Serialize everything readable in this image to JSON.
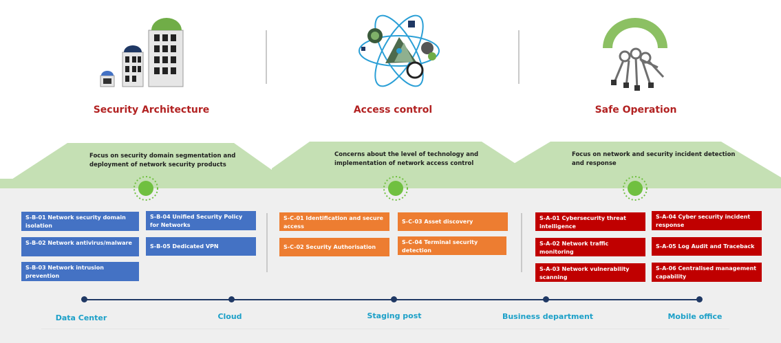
{
  "sections": [
    {
      "title": "Security Architecture",
      "icon": "buildings-icon",
      "desc": [
        "Focus on security domain segmentation and",
        "deployment of network security products"
      ]
    },
    {
      "title": "Access control",
      "icon": "atom-network-icon",
      "desc": [
        "Concerns about the level of technology and",
        "implementation of network access control"
      ]
    },
    {
      "title": "Safe Operation",
      "icon": "keys-gauge-icon",
      "desc": [
        "Focus on network and security incident detection",
        "and response"
      ]
    }
  ],
  "blue_boxes": [
    "S-B-01 Network security domain isolation",
    "S-B-02 Network antivirus/malware",
    "S-B-03 Network intrusion prevention",
    "S-B-04 Unified Security Policy for Networks",
    "S-B-05 Dedicated VPN"
  ],
  "orange_boxes": [
    "S-C-01 Identification and secure access",
    "S-C-02 Security Authorisation",
    "S-C-03 Asset discovery",
    "S-C-04 Terminal security detection"
  ],
  "red_boxes": [
    "S-A-01 Cybersecurity threat intelligence",
    "S-A-02 Network traffic monitoring",
    "S-A-03 Network vulnerability scanning",
    "S-A-04 Cyber security incident response",
    "S-A-05 Log Audit and Traceback",
    "S-A-06 Centralised management capability"
  ],
  "timeline": [
    "Data Center",
    "Cloud",
    "Staging post",
    "Business department",
    "Mobile office"
  ],
  "colors": {
    "title": "#b22222",
    "blue": "#4472c4",
    "orange": "#ed7d31",
    "red": "#c00000",
    "band": "#c5e0b4",
    "band_dark": "#a9d18e",
    "hub": "#70c040",
    "timeline_text": "#1ca0c8",
    "timeline_line": "#1f3864"
  }
}
